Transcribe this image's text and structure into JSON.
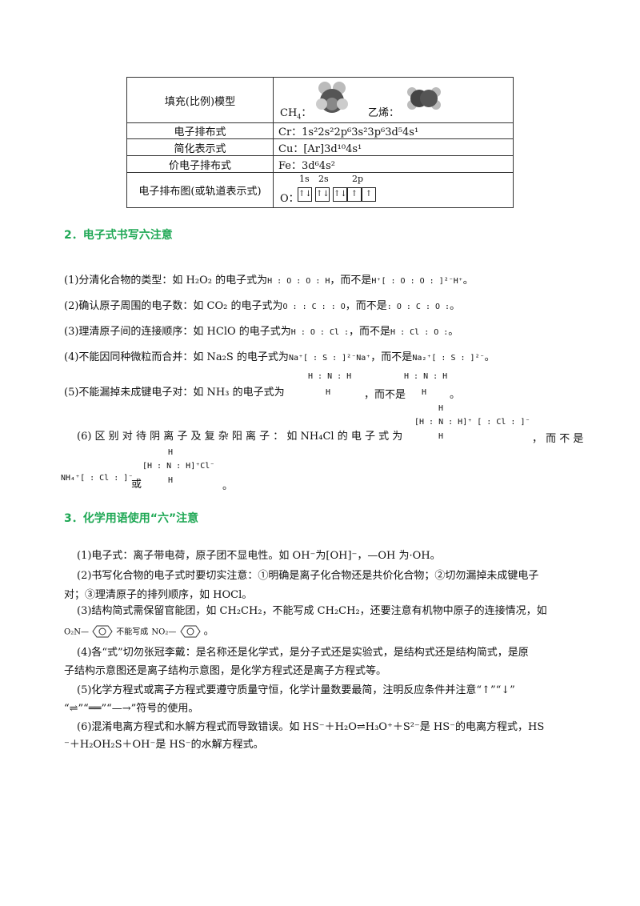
{
  "table": {
    "rows": [
      {
        "label": "填充(比例)模型",
        "ch4": "CH",
        "ch4_sub": "4",
        "ch4_colon": "：",
        "c2h4": "乙烯："
      },
      {
        "label": "电子排布式",
        "v": "Cr：1s²2s²2p⁶3s²3p⁶3d⁵4s¹"
      },
      {
        "label": "简化表示式",
        "v": "Cu：[Ar]3d¹⁰4s¹"
      },
      {
        "label": "价电子排布式",
        "v": "Fe：3d⁶4s²"
      },
      {
        "label": "电子排布图(或轨道表示式)",
        "o": "O：",
        "s1": "1s",
        "s2": "2s",
        "p2": "2p",
        "b1": "↑↓",
        "b2": "↑↓",
        "b3": "↑↓",
        "b4": "↑",
        "b5": "↑"
      }
    ]
  },
  "s2": {
    "title": "2．电子式书写六注意",
    "i1": "(1)分清化合物的类型：如 H₂O₂ 的电子式为",
    "i1m": "，而不是",
    "i1e": "。",
    "i1a": "H : O : O : H",
    "i1b": "H⁺[ : O : O : ]²⁻H⁺",
    "i2": "(2)确认原子周围的电子数：如 CO₂ 的电子式为",
    "i2m": "，而不是",
    "i2e": "。",
    "i2a": "O : : C : : O",
    "i2b": ": O : C : O :",
    "i3": "(3)理清原子间的连接顺序：如 HClO 的电子式为",
    "i3m": "，而不是",
    "i3e": "。",
    "i3a": "H : O : Cl :",
    "i3b": "H : Cl : O :",
    "i4": "(4)不能因同种微粒而合并：如 Na₂S 的电子式为",
    "i4m": "，而不是",
    "i4e": "。",
    "i4a": "Na⁺[ : S : ]²⁻Na⁺",
    "i4b": "Na₂⁺[ : S : ]²⁻",
    "i5": "(5)不能漏掉未成键电子对：如 NH₃ 的电子式为",
    "i5m": "，而不是",
    "i5e": "。",
    "i5a1": "H : N : H",
    "i5a2": "H",
    "i5b1": "H : N : H",
    "i5b2": "H",
    "i6": "(6) 区 别 对 待 阴 离 子 及 复 杂 阳 离 子 ： 如  NH₄Cl  的 电 子 式 为",
    "i6m": "， 而 不 是",
    "i6a0": "H",
    "i6a1": "[H : N : H]⁺ [ : Cl : ]⁻",
    "i6a2": "H",
    "i6b": "NH₄⁺[ : Cl : ]⁻",
    "i6or": "或",
    "i6c0": "H",
    "i6c1": "[H : N : H]⁺Cl⁻",
    "i6c2": "H",
    "i6e": "。"
  },
  "s3": {
    "title": "3．化学用语使用“六”注意",
    "l1": "(1)电子式：离子带电荷，原子团不显电性。如 OH⁻为[OH]⁻，—OH 为·OH。",
    "l2a": "(2)书写化合物的电子式时要切实注意：①明确是离子化合物还是共价化合物；②切勿漏掉未成键电子",
    "l2b": "对；③理清原子的排列顺序，如 HOCl。",
    "l3a": "(3)结构简式需保留官能团，如 CH₂CH₂，不能写成 CH₂CH₂，还要注意有机物中原子的连接情况，如",
    "l3b1": "O₂N—",
    "l3b2": "不能写成",
    "l3b3": "NO₂—",
    "l3b4": "。",
    "l4a": "(4)各“式”切勿张冠李戴：是名称还是化学式，是分子式还是实验式，是结构式还是结构简式，是原",
    "l4b": "子结构示意图还是离子结构示意图，是化学方程式还是离子方程式等。",
    "l5a": "(5)化学方程式或离子方程式要遵守质量守恒，化学计量数要最简，注明反应条件并注意“↑”“↓”",
    "l5b": "“⇌”“══”“—→”符号的使用。",
    "l6a": "(6)混淆电离方程式和水解方程式而导致错误。如 HS⁻＋H₂O⇌H₃O⁺＋S²⁻是 HS⁻的电离方程式，HS",
    "l6b": "⁻＋H₂OH₂S＋OH⁻是 HS⁻的水解方程式。"
  }
}
